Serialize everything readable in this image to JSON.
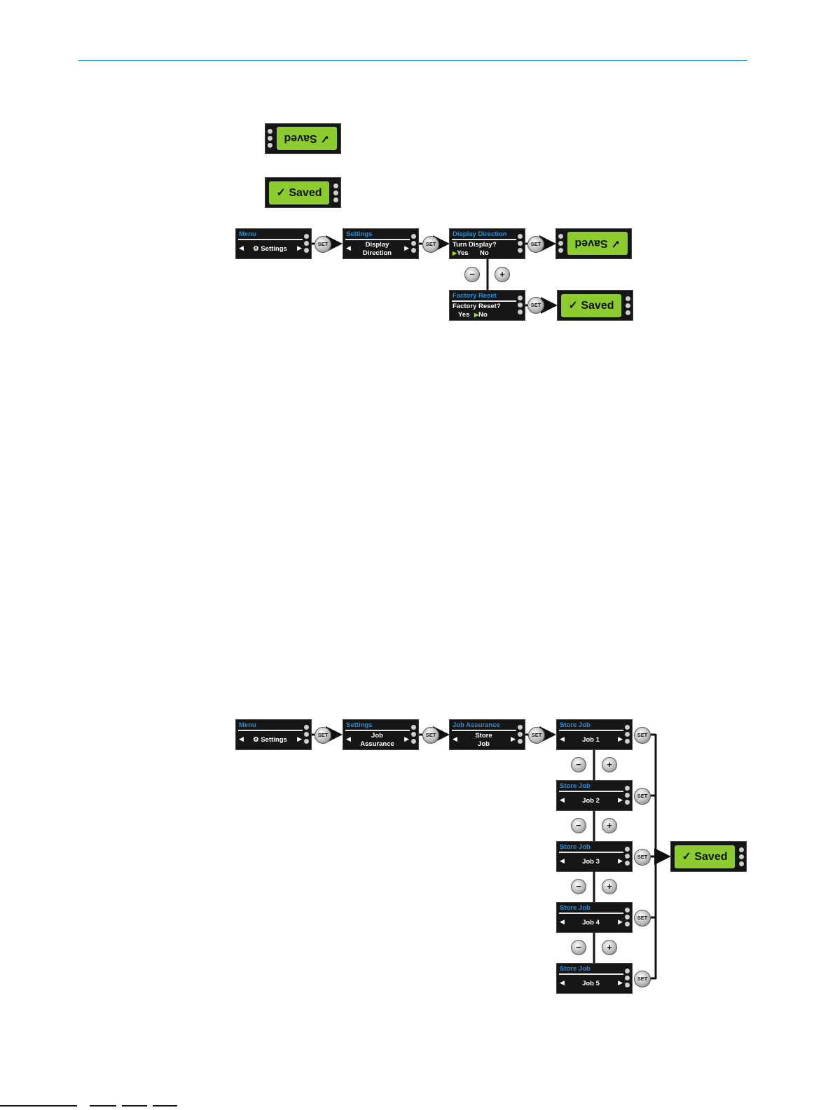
{
  "saved_label": "Saved",
  "check": "✓",
  "set_label": "SET",
  "minus_label": "−",
  "plus_label": "+",
  "arrow_left": "◀",
  "arrow_right": "▶",
  "colors": {
    "rule": "#1f8fc8",
    "lcd_bg": "#161616",
    "title": "#2d8fd6",
    "saved_green": "#8dcc2e",
    "selector": "#9fdc30"
  },
  "icons": {
    "leds": "status-led-icon",
    "gear": "gear-icon",
    "check": "check-icon"
  },
  "diagram1": {
    "menu": {
      "title": "Menu",
      "line": "⚙ Settings"
    },
    "settings": {
      "title": "Settings",
      "line1": "Display",
      "line2": "Direction"
    },
    "display_direction": {
      "title": "Display Direction",
      "question": "Turn Display?",
      "yes": "Yes",
      "no": "No"
    },
    "factory_reset": {
      "title": "Factory Reset",
      "question": "Factory Reset?",
      "yes": "Yes",
      "no": "No"
    }
  },
  "diagram2": {
    "menu": {
      "title": "Menu",
      "line": "⚙ Settings"
    },
    "settings": {
      "title": "Settings",
      "line1": "Job",
      "line2": "Assurance"
    },
    "job_assurance": {
      "title": "Job Assurance",
      "line1": "Store",
      "line2": "Job"
    },
    "store_jobs": [
      {
        "title": "Store Job",
        "job": "Job 1"
      },
      {
        "title": "Store Job",
        "job": "Job 2"
      },
      {
        "title": "Store Job",
        "job": "Job 3"
      },
      {
        "title": "Store Job",
        "job": "Job 4"
      },
      {
        "title": "Store Job",
        "job": "Job 5"
      }
    ]
  }
}
